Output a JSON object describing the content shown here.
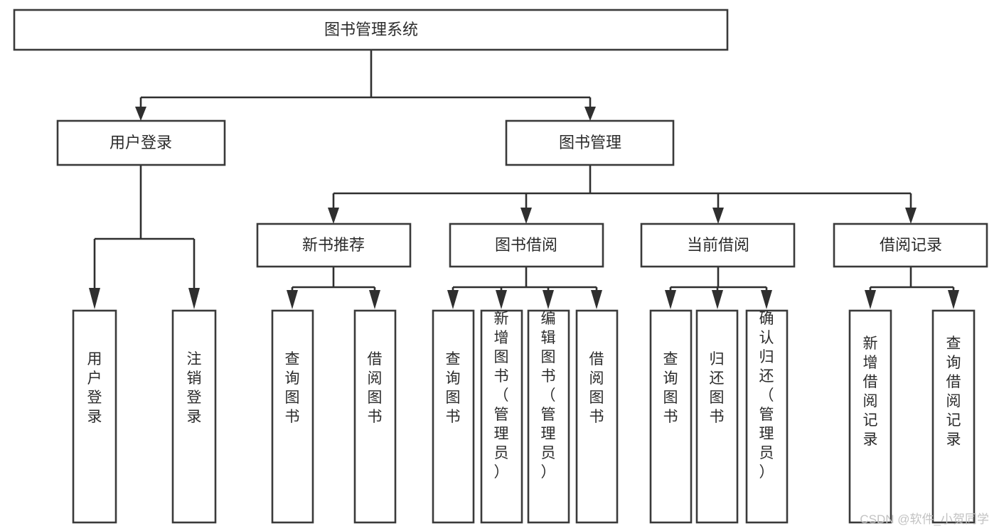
{
  "diagram": {
    "type": "hierarchy-tree",
    "title": "图书管理系统",
    "root": {
      "label": "图书管理系统"
    },
    "level2": [
      {
        "label": "用户登录"
      },
      {
        "label": "图书管理"
      }
    ],
    "level3": [
      {
        "label": "新书推荐"
      },
      {
        "label": "图书借阅"
      },
      {
        "label": "当前借阅"
      },
      {
        "label": "借阅记录"
      }
    ],
    "leaves": {
      "user_login": [
        {
          "label": "用户登录"
        },
        {
          "label": "注销登录"
        }
      ],
      "new_book_recommend": [
        {
          "label": "查询图书"
        },
        {
          "label": "借阅图书"
        }
      ],
      "book_borrow": [
        {
          "label": "查询图书"
        },
        {
          "label": "新增图书（管理员）"
        },
        {
          "label": "编辑图书（管理员）"
        },
        {
          "label": "借阅图书"
        }
      ],
      "current_borrow": [
        {
          "label": "查询图书"
        },
        {
          "label": "归还图书"
        },
        {
          "label": "确认归还（管理员）"
        }
      ],
      "borrow_records": [
        {
          "label": "新增借阅记录"
        },
        {
          "label": "查询借阅记录"
        }
      ]
    }
  },
  "watermark": {
    "text": "CSDN @软件_小贺同学"
  },
  "colors": {
    "box_stroke": "#3a3a3a",
    "connector": "#2f2f2f",
    "text": "#2b2b2b",
    "background": "#ffffff",
    "watermark": "#c2c2c2"
  }
}
